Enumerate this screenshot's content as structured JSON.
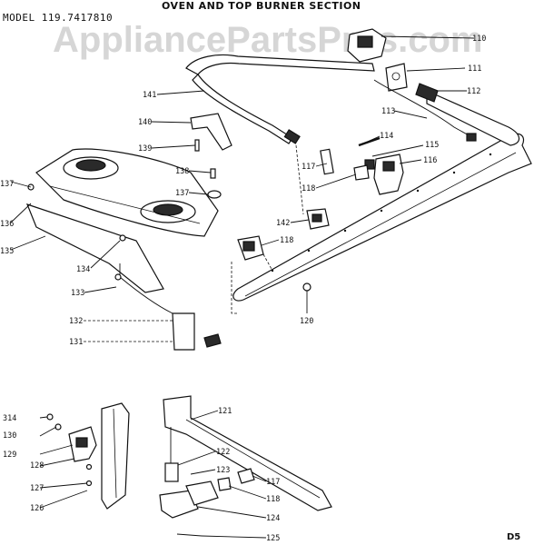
{
  "header": {
    "title": "OVEN AND TOP BURNER SECTION",
    "model": "MODEL 119.7417810"
  },
  "watermark": "AppliancePartsPros.com",
  "page_code": "D5",
  "callouts": [
    "110",
    "111",
    "112",
    "113",
    "114",
    "115",
    "116",
    "117",
    "118",
    "141",
    "140",
    "139",
    "138",
    "137",
    "136",
    "135",
    "134",
    "133",
    "132",
    "131",
    "142",
    "118",
    "120",
    "314",
    "130",
    "129",
    "128",
    "127",
    "126",
    "121",
    "122",
    "123",
    "117",
    "118",
    "124",
    "125"
  ]
}
